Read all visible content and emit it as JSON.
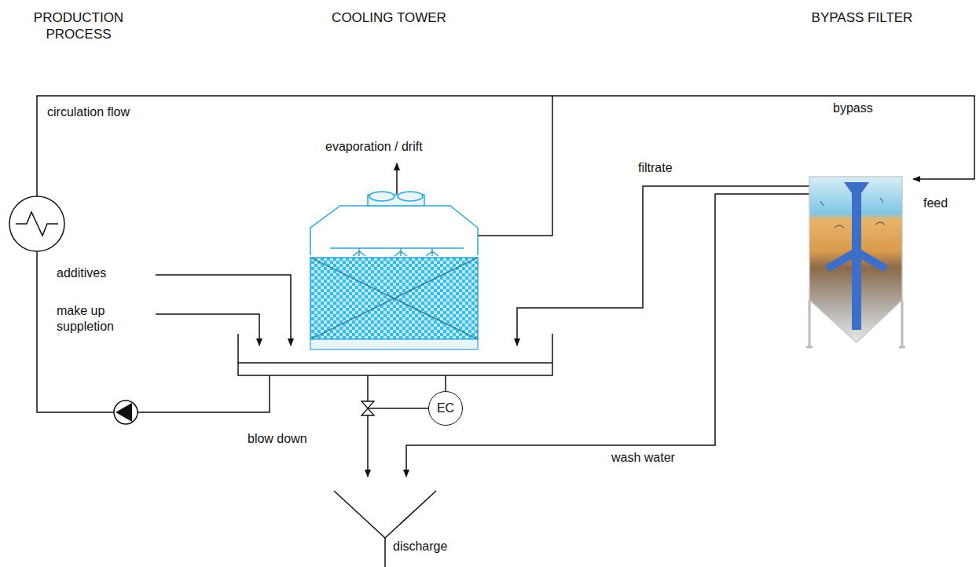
{
  "diagram": {
    "nodes": [
      {
        "text": [
          "EC"
        ]
      }
    ],
    "labels": [
      "PRODUCTION PROCESS",
      "COOLING TOWER",
      "BYPASS FILTER",
      "circulation flow",
      "bypass",
      "evaporation / drift",
      "filtrate",
      "feed",
      "additives",
      "make up suppletion",
      "blow down",
      "wash water",
      "discharge"
    ]
  }
}
